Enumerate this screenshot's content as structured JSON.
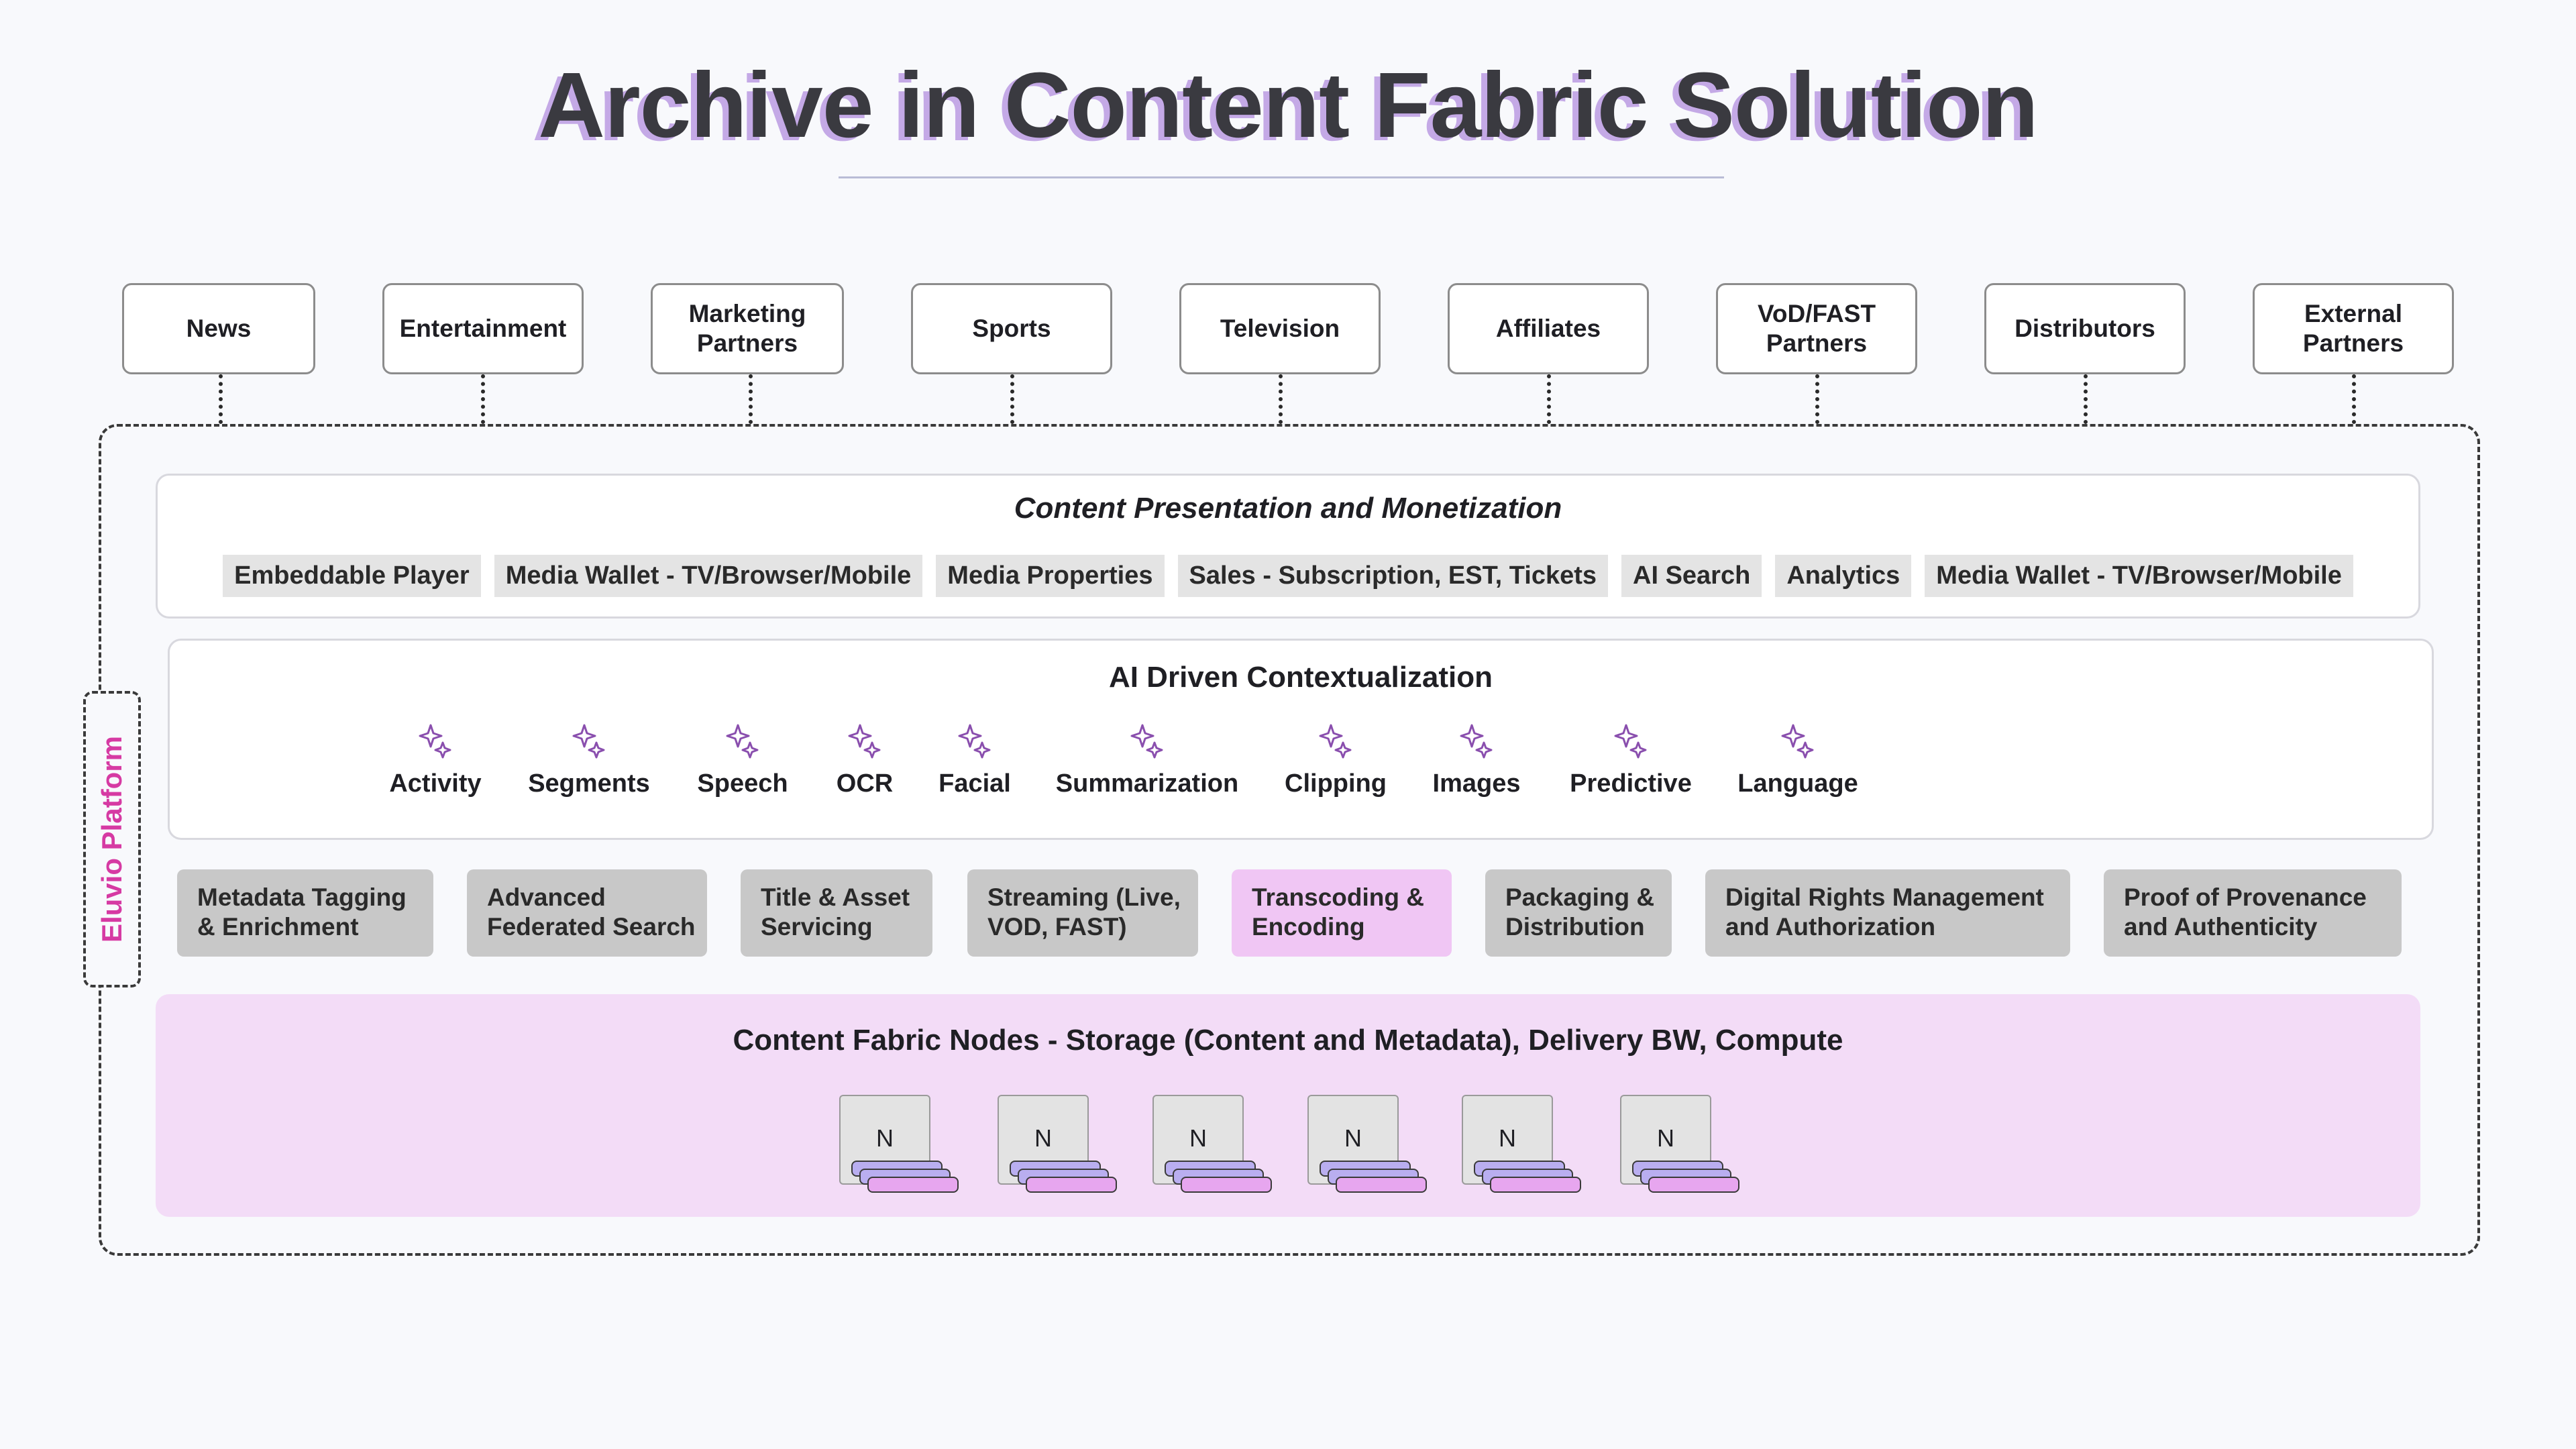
{
  "title": "Archive in Content Fabric Solution",
  "audiences": [
    "News",
    "Entertainment",
    "Marketing\nPartners",
    "Sports",
    "Television",
    "Affiliates",
    "VoD/FAST\nPartners",
    "Distributors",
    "External\nPartners"
  ],
  "platform_label": "Eluvio Platform",
  "presentation": {
    "title": "Content Presentation and Monetization",
    "chips": [
      "Embeddable Player",
      "Media Wallet - TV/Browser/Mobile",
      "Media Properties",
      "Sales - Subscription, EST, Tickets",
      "AI Search",
      "Analytics",
      "Media Wallet - TV/Browser/Mobile"
    ]
  },
  "ai": {
    "title": "AI Driven Contextualization",
    "icon": "sparkles-icon",
    "items": [
      "Activity",
      "Segments",
      "Speech",
      "OCR",
      "Facial",
      "Summarization",
      "Clipping",
      "Images",
      "Predictive",
      "Language"
    ]
  },
  "services": [
    "Metadata Tagging\n& Enrichment",
    "Advanced\nFederated Search",
    "Title & Asset\nServicing",
    "Streaming (Live,\nVOD, FAST)",
    "Transcoding &\nEncoding",
    "Packaging &\nDistribution",
    "Digital Rights Management\nand Authorization",
    "Proof of Provenance\nand Authenticity"
  ],
  "highlighted_service": "Transcoding &\nEncoding",
  "nodes": {
    "title": "Content Fabric Nodes - Storage (Content and Metadata), Delivery BW, Compute",
    "items": [
      "N",
      "N",
      "N",
      "N",
      "N",
      "N"
    ]
  },
  "colors": {
    "title_shadow": "#c4a9e6",
    "platform_label": "#d63aa3",
    "highlight": "#f0c6f4",
    "nodes_bg": "#f3dcf7",
    "disk_blue": "#b9aef0",
    "disk_pink": "#e7a6ef"
  }
}
